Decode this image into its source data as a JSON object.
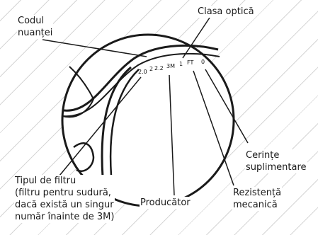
{
  "labels": {
    "shade_code": "Codul\nnuanței",
    "optical_class": "Clasa optică",
    "filter_type": "Tipul de filtru\n(filtru pentru sudură,\ndacă există un singur\nnumăr înainte de 3M)",
    "manufacturer": "Producător",
    "mechanical_strength": "Rezistență\nmecanică",
    "additional_requirements": "Cerințe\nsuplimentare"
  },
  "marking": {
    "shade": "2.0",
    "filter": "2",
    "shade2": "2.2",
    "maker": "3M",
    "optical": "1",
    "mech": "FT",
    "extra": "0"
  },
  "colors": {
    "line": "#1a1a1a",
    "hatch": "#d6d6d6"
  }
}
